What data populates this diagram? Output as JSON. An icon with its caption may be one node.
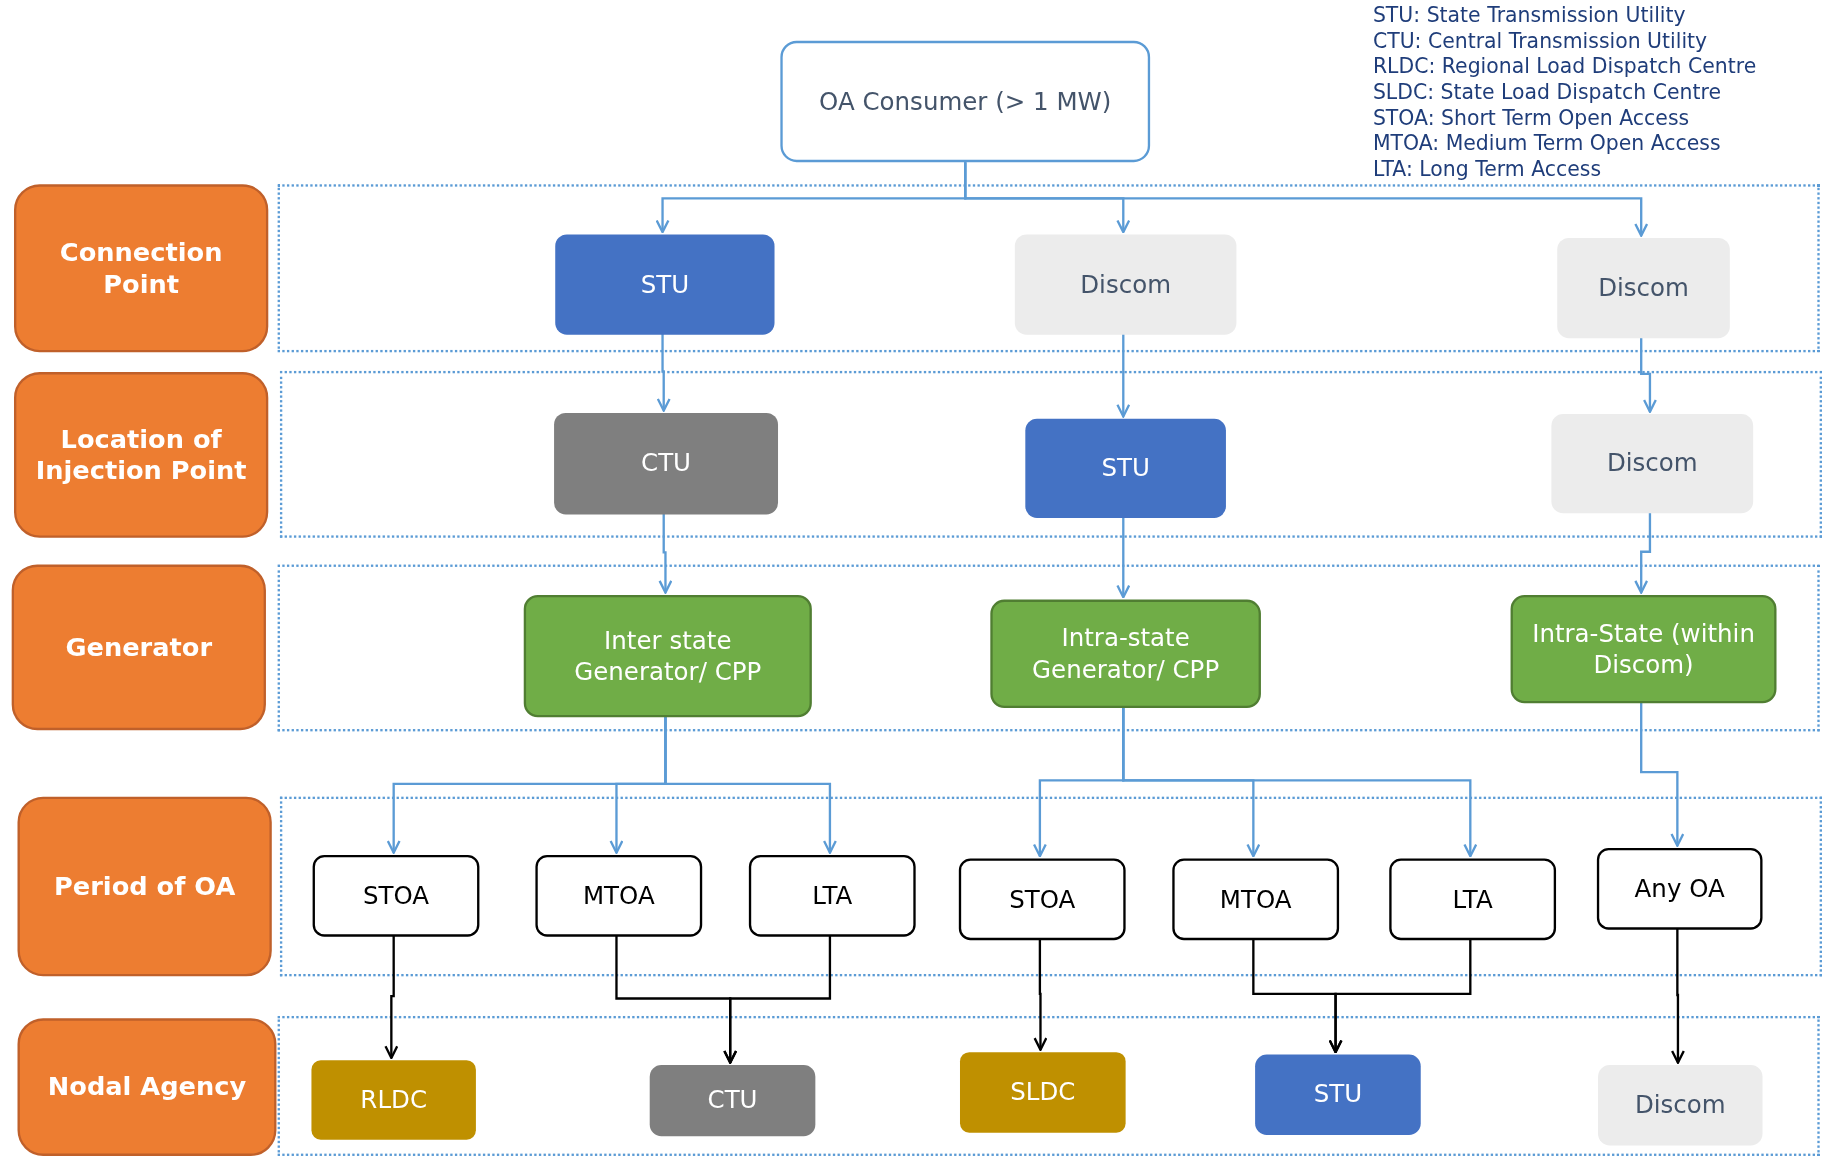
{
  "diagram": {
    "nodes": [
      {
        "text": [
          "OA Consumer (> 1 MW)"
        ]
      },
      {
        "text": [
          "Connection Point"
        ]
      },
      {
        "text": [],
        "shape": "box"
      },
      {
        "text": [
          "STU"
        ],
        "in": 2
      },
      {
        "text": [
          "Discom"
        ],
        "in": 2
      },
      {
        "text": [
          "Discom"
        ],
        "in": 2
      },
      {
        "text": [
          "Location of Injection Point"
        ]
      },
      {
        "text": [],
        "shape": "box"
      },
      {
        "text": [
          "CTU"
        ],
        "in": 7
      },
      {
        "text": [
          "STU"
        ],
        "in": 7
      },
      {
        "text": [
          "Discom"
        ],
        "in": 7
      },
      {
        "text": [
          "Generator"
        ]
      },
      {
        "text": [],
        "shape": "box"
      },
      {
        "text": [
          "Inter state Generator/ CPP"
        ],
        "in": 12
      },
      {
        "text": [
          "Intra-state Generator/ CPP"
        ],
        "in": 12
      },
      {
        "text": [
          "Intra-State (within Discom)"
        ],
        "in": 12
      },
      {
        "text": [
          "Period of OA"
        ]
      },
      {
        "text": [],
        "shape": "box"
      },
      {
        "text": [
          "STOA"
        ],
        "in": 17
      },
      {
        "text": [
          "MTOA"
        ],
        "in": 17
      },
      {
        "text": [
          "LTA"
        ],
        "in": 17
      },
      {
        "text": [
          "STOA"
        ],
        "in": 17
      },
      {
        "text": [
          "MTOA"
        ],
        "in": 17
      },
      {
        "text": [
          "LTA"
        ],
        "in": 17
      },
      {
        "text": [
          "Any OA"
        ],
        "in": 17
      },
      {
        "text": [
          "Nodal Agency"
        ]
      },
      {
        "text": [],
        "shape": "box"
      },
      {
        "text": [
          "RLDC"
        ],
        "in": 26
      },
      {
        "text": [
          "CTU"
        ],
        "in": 26
      },
      {
        "text": [
          "SLDC"
        ],
        "in": 26
      },
      {
        "text": [
          "STU"
        ],
        "in": 26
      },
      {
        "text": [
          "Discom"
        ],
        "in": 26
      }
    ],
    "edges": [
      {
        "from": 0,
        "to": 3,
        "arrow": "to"
      },
      {
        "from": 0,
        "to": 4,
        "arrow": "to"
      },
      {
        "from": 0,
        "to": 5,
        "arrow": "to"
      },
      {
        "from": 3,
        "to": 8,
        "arrow": "to"
      },
      {
        "from": 4,
        "to": 9,
        "arrow": "to"
      },
      {
        "from": 5,
        "to": 10,
        "arrow": "to"
      },
      {
        "from": 8,
        "to": 13,
        "arrow": "to"
      },
      {
        "from": 9,
        "to": 14,
        "arrow": "to"
      },
      {
        "from": 10,
        "to": 15,
        "arrow": "to"
      },
      {
        "from": 13,
        "to": 18,
        "arrow": "to"
      },
      {
        "from": 13,
        "to": 19,
        "arrow": "to"
      },
      {
        "from": 13,
        "to": 20,
        "arrow": "to"
      },
      {
        "from": 14,
        "to": 21,
        "arrow": "to"
      },
      {
        "from": 14,
        "to": 22,
        "arrow": "to"
      },
      {
        "from": 14,
        "to": 23,
        "arrow": "to"
      },
      {
        "from": 15,
        "to": 24,
        "arrow": "to"
      },
      {
        "from": 18,
        "to": 27,
        "arrow": "to",
        "color": "#000000"
      },
      {
        "from": 19,
        "to": 28,
        "arrow": "to",
        "color": "#000000"
      },
      {
        "from": 20,
        "to": 28,
        "arrow": "to",
        "color": "#000000"
      },
      {
        "from": 21,
        "to": 29,
        "arrow": "to",
        "color": "#000000"
      },
      {
        "from": 22,
        "to": 30,
        "arrow": "to",
        "color": "#000000"
      },
      {
        "from": 23,
        "to": 30,
        "arrow": "to",
        "color": "#000000"
      },
      {
        "from": 24,
        "to": 31,
        "arrow": "to",
        "color": "#000000"
      }
    ],
    "labels": [
      "STU: State Transmission Utility",
      "CTU: Central Transmission Utility",
      "RLDC: Regional Load Dispatch Centre",
      "SLDC: State Load Dispatch Centre",
      "STOA: Short Term Open Access",
      "MTOA: Medium Term Open Access",
      "LTA: Long Term Access"
    ]
  }
}
